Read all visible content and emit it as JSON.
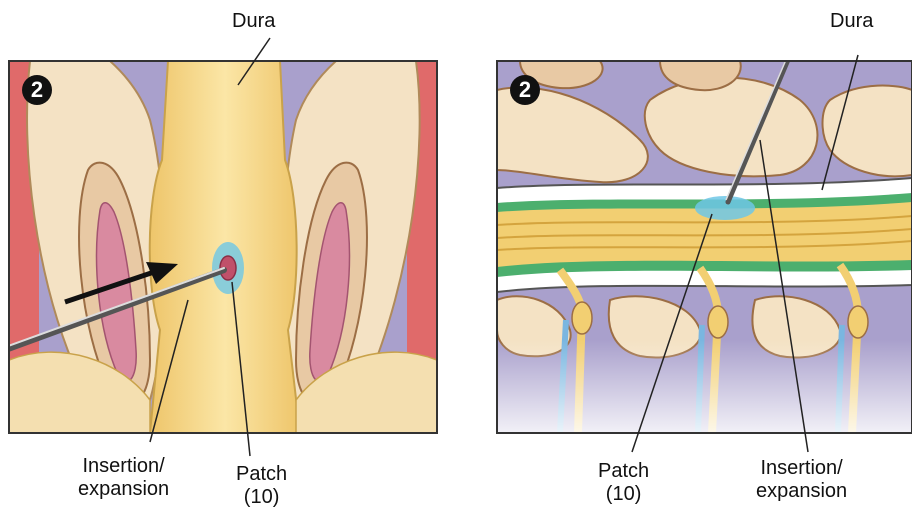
{
  "left_panel": {
    "step_number": "2",
    "label_dura": "Dura",
    "label_insertion_line1": "Insertion/",
    "label_insertion_line2": "expansion",
    "label_patch_line1": "Patch",
    "label_patch_line2": "(10)"
  },
  "right_panel": {
    "step_number": "2",
    "label_dura": "Dura",
    "label_insertion_line1": "Insertion/",
    "label_insertion_line2": "expansion",
    "label_patch_line1": "Patch",
    "label_patch_line2": "(10)"
  },
  "colors": {
    "dura_yellow": "#f6d98a",
    "bone_cream": "#f4e2c4",
    "ligament_pink": "#d98aa0",
    "background_purple": "#a9a0cc",
    "edge_red": "#e06a6a",
    "nerve_green": "#4caf6e",
    "patch_blue": "#6ec7e6"
  }
}
